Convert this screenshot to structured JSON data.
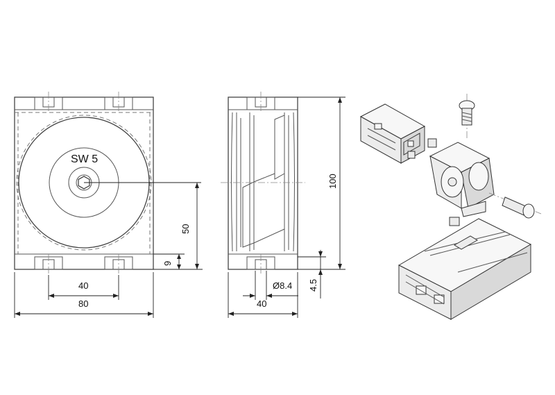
{
  "front_view": {
    "socket_label": "SW 5",
    "dim_width_total": "80",
    "dim_hole_spacing": "40",
    "dim_center_height": "50",
    "dim_flange_height": "9"
  },
  "side_view": {
    "dim_height_total": "100",
    "dim_hole_spacing": "40",
    "dim_hole_diameter": "Ø8.4",
    "dim_flange_offset": "4.5"
  }
}
